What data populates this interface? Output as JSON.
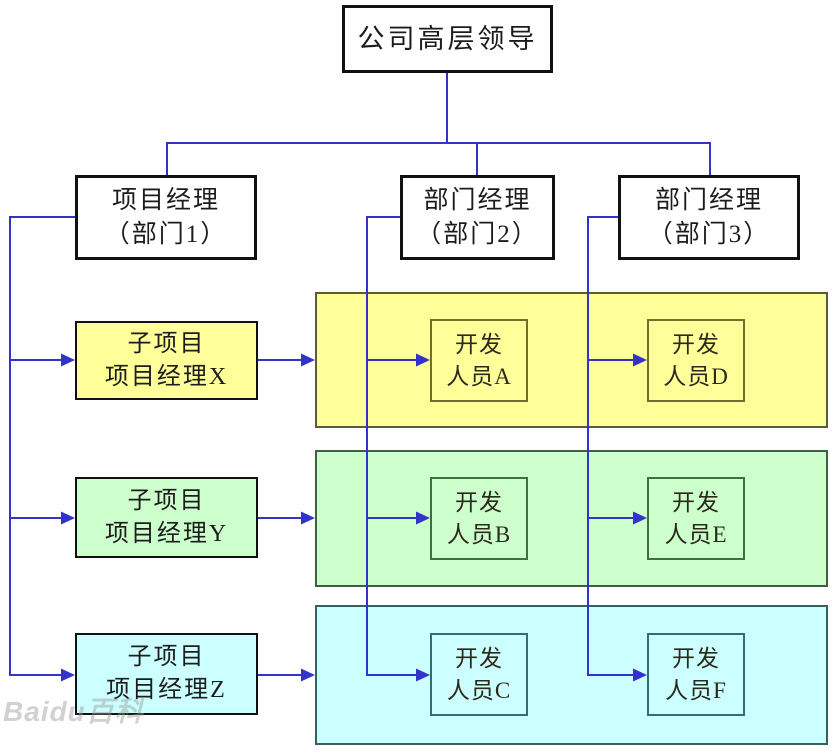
{
  "colors": {
    "line": "#3333cc",
    "box_border": "#111111",
    "background": "#ffffff"
  },
  "top_box": {
    "label": "公司高层领导"
  },
  "managers": [
    {
      "line1": "项目经理",
      "line2": "（部门1）"
    },
    {
      "line1": "部门经理",
      "line2": "（部门2）"
    },
    {
      "line1": "部门经理",
      "line2": "（部门3）"
    }
  ],
  "rows": [
    {
      "fill": "#ffff99",
      "band_border": "#5c5c38",
      "dev_border": "#6e6e2e",
      "manager": {
        "line1": "子项目",
        "line2": "项目经理X"
      },
      "devs": [
        {
          "line1": "开发",
          "line2": "人员A"
        },
        {
          "line1": "开发",
          "line2": "人员D"
        }
      ]
    },
    {
      "fill": "#ccffcc",
      "band_border": "#3f5f3f",
      "dev_border": "#3f6f3f",
      "manager": {
        "line1": "子项目",
        "line2": "项目经理Y"
      },
      "devs": [
        {
          "line1": "开发",
          "line2": "人员B"
        },
        {
          "line1": "开发",
          "line2": "人员E"
        }
      ]
    },
    {
      "fill": "#ccffff",
      "band_border": "#3a5f5f",
      "dev_border": "#2f6f6f",
      "manager": {
        "line1": "子项目",
        "line2": "项目经理Z"
      },
      "devs": [
        {
          "line1": "开发",
          "line2": "人员C"
        },
        {
          "line1": "开发",
          "line2": "人员F"
        }
      ]
    }
  ],
  "watermark": "Baidu百科"
}
